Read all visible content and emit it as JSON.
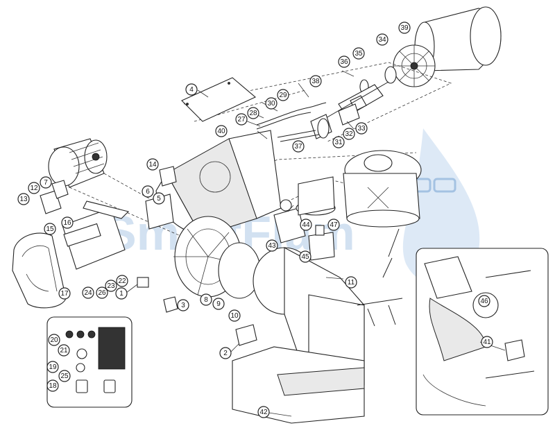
{
  "diagram": {
    "watermark": "SmartFlam",
    "callouts": [
      "1",
      "2",
      "3",
      "4",
      "5",
      "6",
      "7",
      "8",
      "9",
      "10",
      "11",
      "12",
      "13",
      "14",
      "15",
      "16",
      "17",
      "18",
      "19",
      "20",
      "21",
      "22",
      "23",
      "24",
      "25",
      "26",
      "27",
      "28",
      "29",
      "30",
      "31",
      "32",
      "33",
      "34",
      "35",
      "36",
      "37",
      "38",
      "39",
      "40",
      "41",
      "42",
      "43",
      "44",
      "45",
      "46",
      "47"
    ]
  }
}
